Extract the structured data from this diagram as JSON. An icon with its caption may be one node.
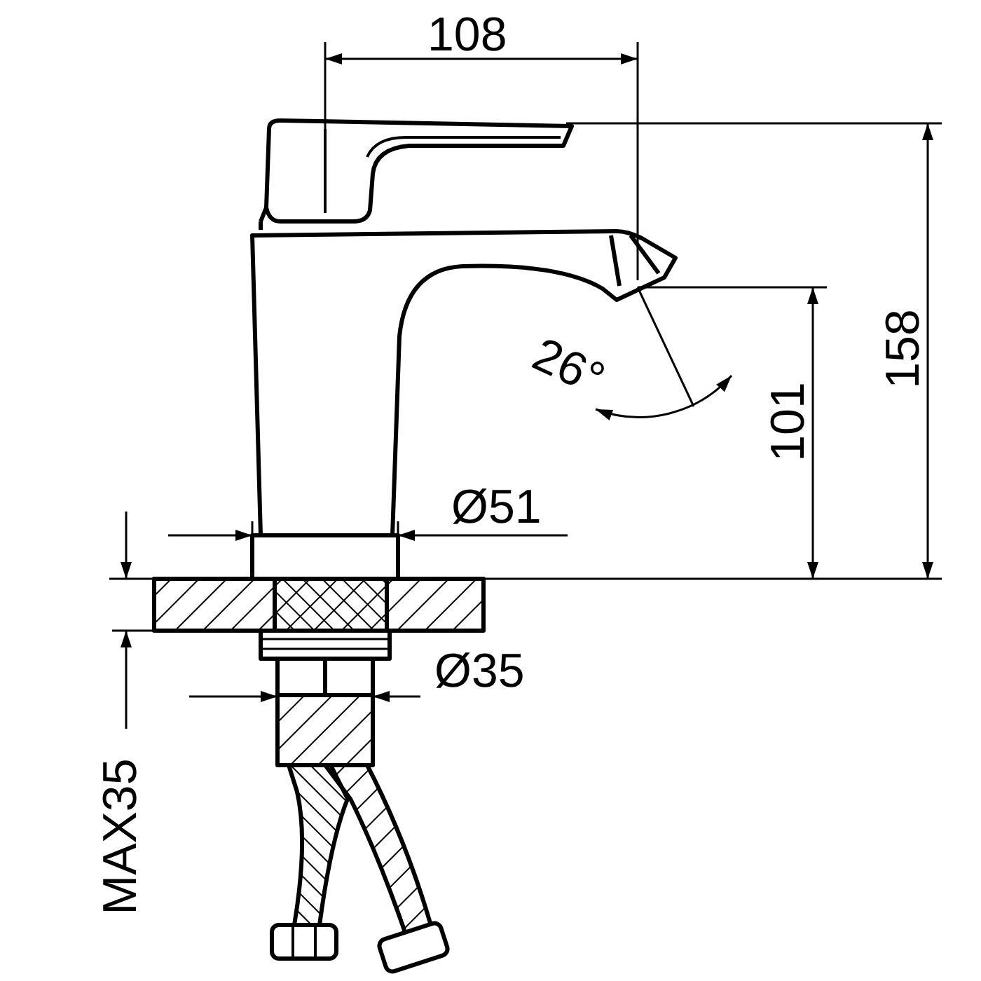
{
  "diagram": {
    "labels": [
      "108",
      "26°",
      "158",
      "101",
      "Ø51",
      "Ø35",
      "MAX35"
    ]
  }
}
